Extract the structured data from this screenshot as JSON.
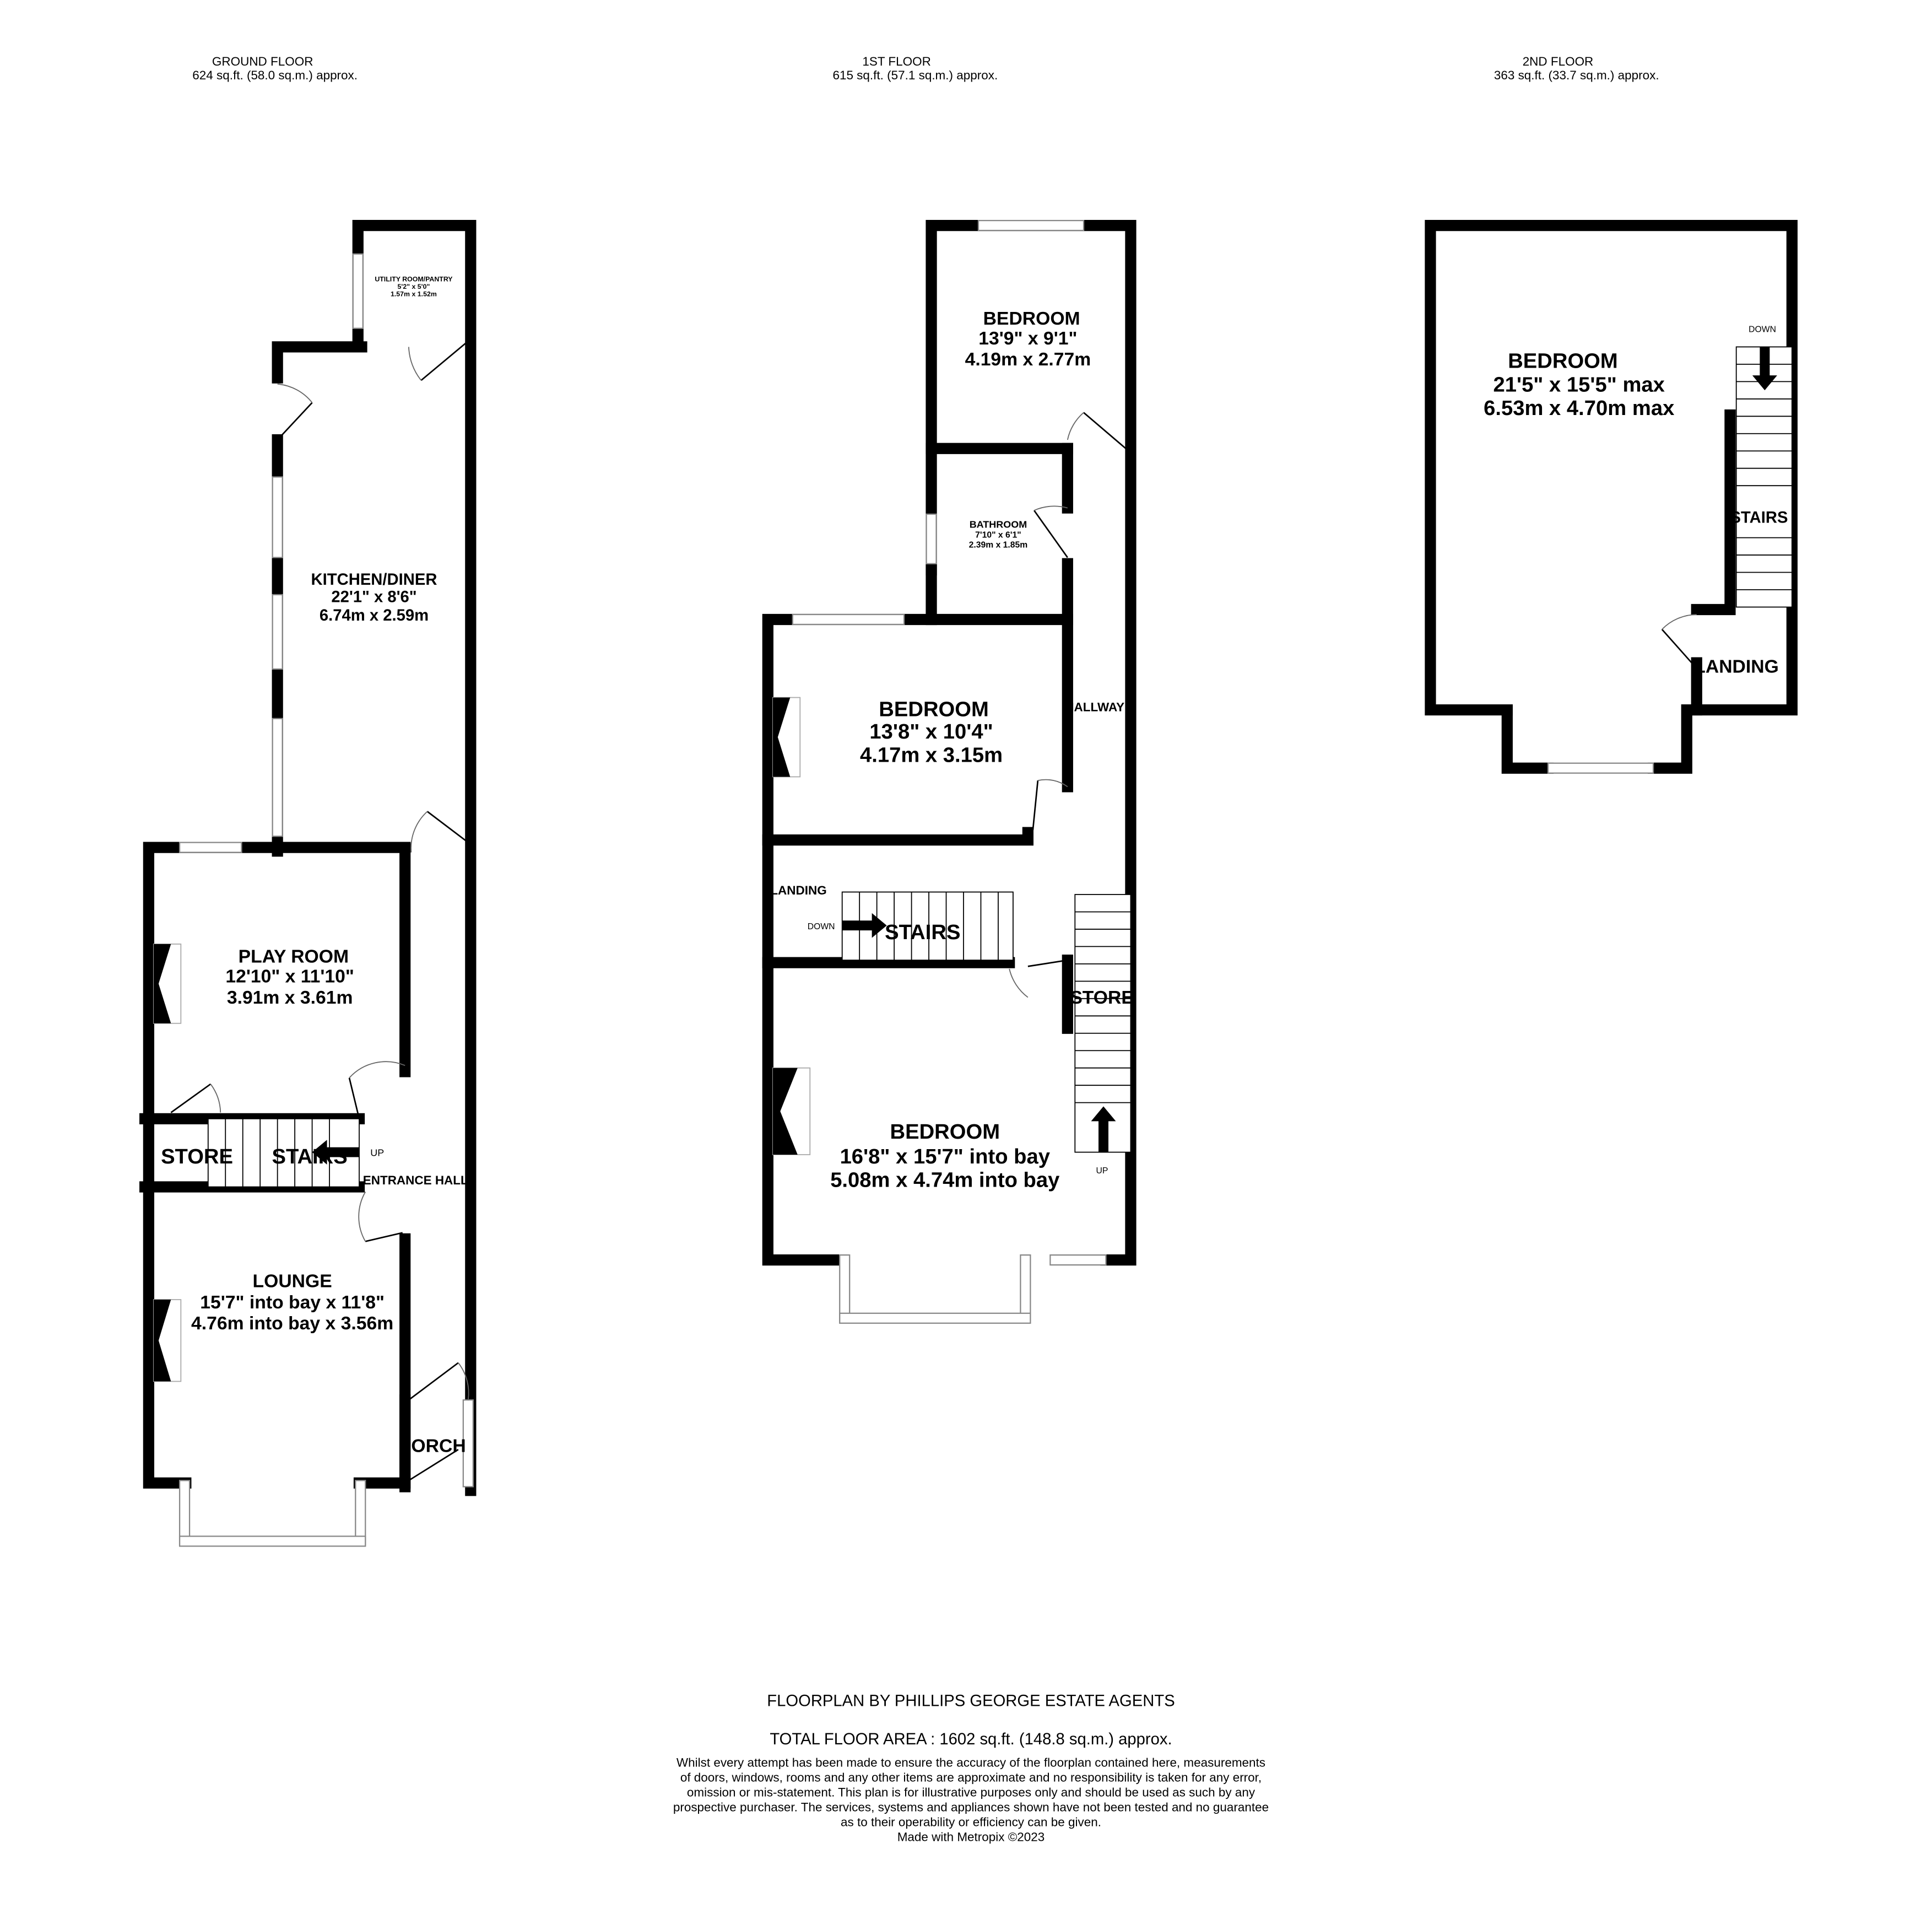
{
  "floors": [
    {
      "name": "GROUND FLOOR",
      "area": "624 sq.ft. (58.0 sq.m.) approx."
    },
    {
      "name": "1ST FLOOR",
      "area": "615 sq.ft. (57.1 sq.m.) approx."
    },
    {
      "name": "2ND FLOOR",
      "area": "363 sq.ft. (33.7 sq.m.) approx."
    }
  ],
  "ground": {
    "utility": {
      "name": "UTILITY ROOM/PANTRY",
      "imperial": "5'2\"  x 5'0\"",
      "metric": "1.57m  x 1.52m"
    },
    "kitchen": {
      "name": "KITCHEN/DINER",
      "imperial": "22'1\"  x 8'6\"",
      "metric": "6.74m  x 2.59m"
    },
    "playroom": {
      "name": "PLAY ROOM",
      "imperial": "12'10\"  x 11'10\"",
      "metric": "3.91m  x 3.61m"
    },
    "store": "STORE",
    "stairs": "STAIRS",
    "up": "UP",
    "entrance_hall": "ENTRANCE HALL",
    "lounge": {
      "name": "LOUNGE",
      "imperial": "15'7\" into bay x 11'8\"",
      "metric": "4.76m into bay x 3.56m"
    },
    "porch": "PORCH"
  },
  "first": {
    "bedroom_rear": {
      "name": "BEDROOM",
      "imperial": "13'9\"  x 9'1\"",
      "metric": "4.19m  x 2.77m"
    },
    "bathroom": {
      "name": "BATHROOM",
      "imperial": "7'10\"  x 6'1\"",
      "metric": "2.39m  x 1.85m"
    },
    "hallway": "HALLWAY",
    "bedroom_middle": {
      "name": "BEDROOM",
      "imperial": "13'8\"  x 10'4\"",
      "metric": "4.17m  x 3.15m"
    },
    "landing": "LANDING",
    "down": "DOWN",
    "stairs": "STAIRS",
    "store": "STORE",
    "up": "UP",
    "bedroom_front": {
      "name": "BEDROOM",
      "imperial": "16'8\"  x 15'7\" into bay",
      "metric": "5.08m  x 4.74m into bay"
    }
  },
  "second": {
    "bedroom": {
      "name": "BEDROOM",
      "imperial": "21'5\"  x 15'5\" max",
      "metric": "6.53m  x 4.70m max"
    },
    "down": "DOWN",
    "stairs": "STAIRS",
    "landing": "LANDING"
  },
  "footer": {
    "credit": "FLOORPLAN BY PHILLIPS GEORGE ESTATE AGENTS",
    "total": "TOTAL FLOOR AREA : 1602 sq.ft. (148.8 sq.m.) approx.",
    "disclaimer": [
      "Whilst every attempt has been made to ensure the accuracy of the floorplan contained here, measurements",
      "of doors, windows, rooms and any other items are approximate and no responsibility is taken for any error,",
      "omission or mis-statement. This plan is for illustrative purposes only and should be used as such by any",
      "prospective purchaser. The services, systems and appliances shown have not been tested and no guarantee",
      "as to their operability or efficiency can be given."
    ],
    "made_with": "Made with Metropix ©2023"
  }
}
